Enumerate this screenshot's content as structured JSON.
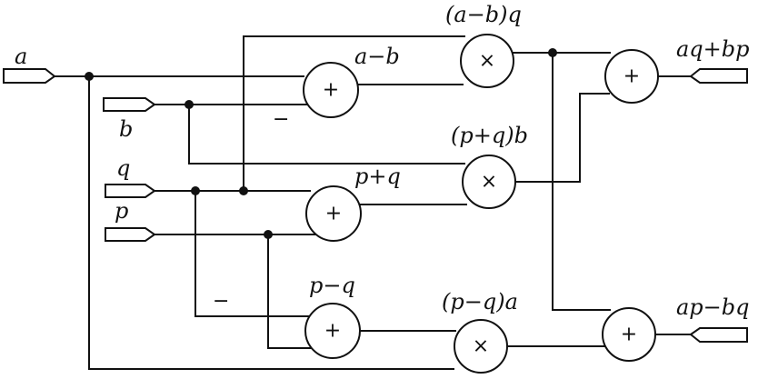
{
  "inputs": {
    "a": "a",
    "b": "b",
    "q": "q",
    "p": "p"
  },
  "outputs": {
    "top": "aq+bp",
    "bottom": "ap−bq"
  },
  "nodes": {
    "sub_ab": {
      "op": "+",
      "label": "a−b"
    },
    "sum_pq": {
      "op": "+",
      "label": "p+q"
    },
    "sub_pq": {
      "op": "+",
      "label": "p−q"
    },
    "mul_top": {
      "op": "×",
      "label": "(a−b)q"
    },
    "mul_mid": {
      "op": "×",
      "label": "(p+q)b"
    },
    "mul_bot": {
      "op": "×",
      "label": "(p−q)a"
    },
    "add_top": {
      "op": "+"
    },
    "add_bot": {
      "op": "+"
    }
  },
  "signs": {
    "b_into_sub_ab": "−",
    "q_into_sub_pq": "−"
  }
}
